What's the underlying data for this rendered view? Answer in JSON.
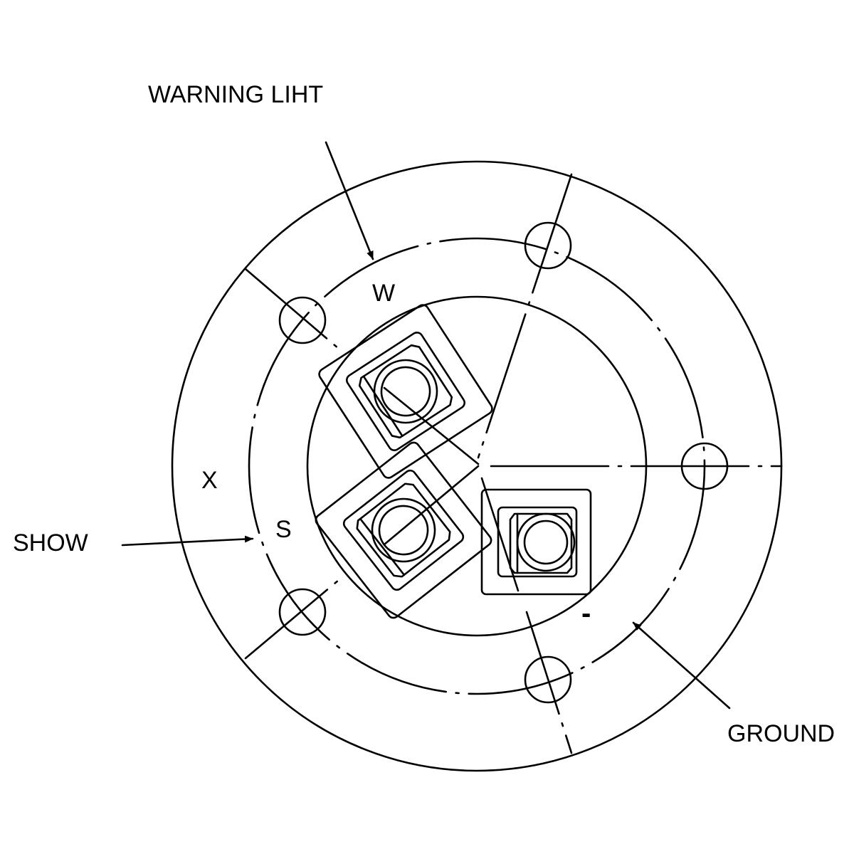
{
  "labels": {
    "warning_light": "WARNING LIHT",
    "w": "W",
    "x": "X",
    "s": "S",
    "show": "SHOW",
    "ground": "GROUND",
    "minus": "-"
  },
  "colors": {
    "stroke": "#000000",
    "background": "#ffffff"
  }
}
